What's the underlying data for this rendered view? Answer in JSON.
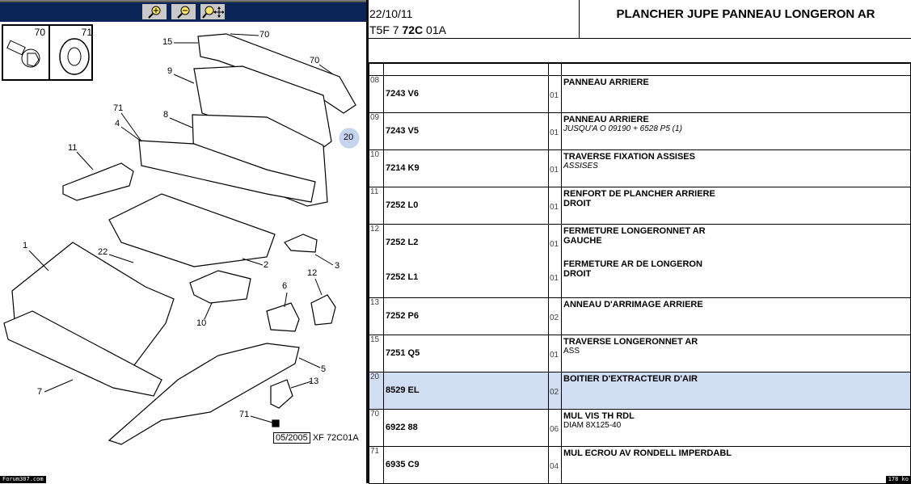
{
  "toolbar": {
    "zoom_in": "zoom-in",
    "zoom_out": "zoom-out",
    "pan": "zoom-pan"
  },
  "fasteners": [
    {
      "num": "70"
    },
    {
      "num": "71"
    }
  ],
  "diagram": {
    "callouts": [
      "15",
      "70",
      "70",
      "9",
      "71",
      "8",
      "4",
      "20",
      "11",
      "22",
      "1",
      "2",
      "3",
      "12",
      "6",
      "10",
      "5",
      "13",
      "7",
      "71"
    ],
    "stamp_date": "05/2005",
    "stamp_code": "XF 72C01A"
  },
  "header": {
    "date": "22/10/11",
    "code_prefix": "T5F 7 ",
    "code_bold": "72C",
    "code_suffix": " 01A",
    "title": "PLANCHER JUPE PANNEAU LONGERON AR"
  },
  "rows": [
    {
      "idx": "08",
      "ref": "7243 V6",
      "qty": "01",
      "desc": "PANNEAU ARRIERE",
      "sub": ""
    },
    {
      "idx": "09",
      "ref": "7243 V5",
      "qty": "01",
      "desc": "PANNEAU ARRIERE",
      "sub": "JUSQU'A O 09190 + 6528 P5 (1)"
    },
    {
      "idx": "10",
      "ref": "7214 K9",
      "qty": "01",
      "desc": "TRAVERSE FIXATION ASSISES",
      "sub": "ASSISES"
    },
    {
      "idx": "11",
      "ref": "7252 L0",
      "qty": "01",
      "desc": "RENFORT DE PLANCHER ARRIERE",
      "sub": "DROIT"
    },
    {
      "idx": "12",
      "ref": "7252 L2",
      "qty": "01",
      "desc": "FERMETURE LONGERONNET AR",
      "sub": "GAUCHE",
      "ref2": "7252 L1",
      "qty2": "01",
      "desc2": "FERMETURE AR DE LONGERON",
      "sub2": "DROIT"
    },
    {
      "idx": "13",
      "ref": "7252 P6",
      "qty": "02",
      "desc": "ANNEAU D'ARRIMAGE ARRIERE",
      "sub": ""
    },
    {
      "idx": "15",
      "ref": "7251 Q5",
      "qty": "01",
      "desc": "TRAVERSE LONGERONNET AR",
      "sub": "ASS"
    },
    {
      "idx": "20",
      "ref": "8529 EL",
      "qty": "02",
      "desc": "BOITIER D'EXTRACTEUR D'AIR",
      "sub": ""
    },
    {
      "idx": "70",
      "ref": "6922 88",
      "qty": "06",
      "desc": "MUL VIS TH RDL",
      "sub": "DIAM 8X125-40"
    },
    {
      "idx": "71",
      "ref": "6935 C9",
      "qty": "04",
      "desc": "MUL ECROU AV RONDELL IMPERDABL",
      "sub": ""
    }
  ],
  "footer": {
    "site": "Forum307.com",
    "size": "178 ko"
  },
  "colors": {
    "toolbar": "#0b2557",
    "selected_row": "#d1ddf3",
    "callout_highlight": "#c5d5f0"
  }
}
